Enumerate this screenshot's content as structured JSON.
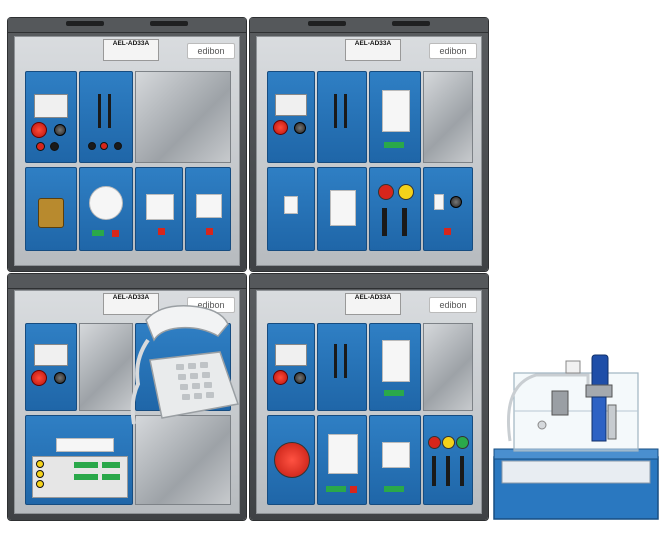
{
  "cabinets": [
    {
      "title": "AEL-AD33A"
    },
    {
      "title": "AEL-AD33A"
    },
    {
      "title": "AEL-AD33A"
    },
    {
      "title": "AEL-AD33A"
    }
  ],
  "logo": {
    "brand": "edibon"
  },
  "colors": {
    "cabinet": "#4a4d50",
    "module_blue": "#2474b8",
    "brand_red": "#e23b2a",
    "rig_base": "#2a78c0"
  }
}
